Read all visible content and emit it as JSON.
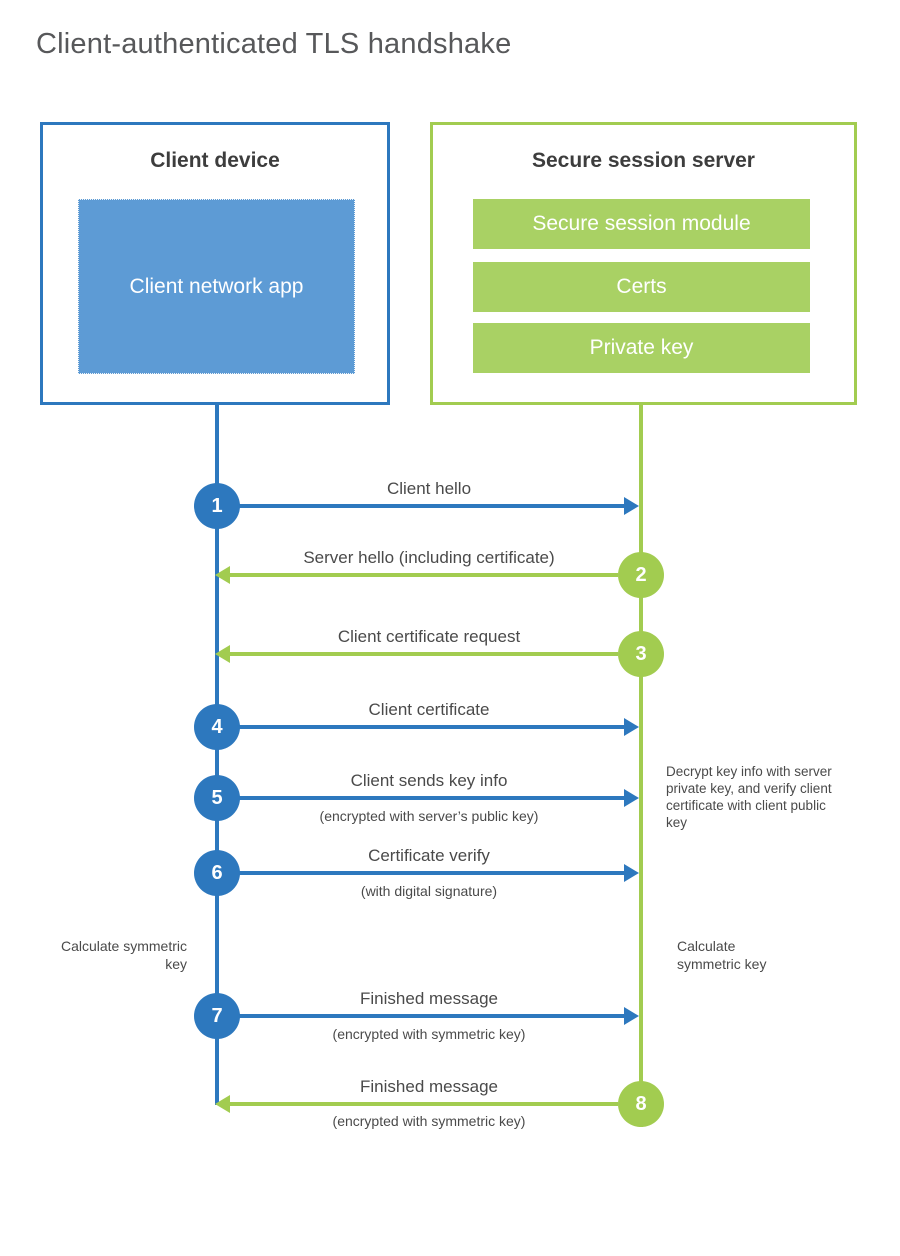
{
  "title": "Client-authenticated TLS handshake",
  "colors": {
    "client_blue": "#2D78BE",
    "client_fill_blue": "#5D9BD5",
    "server_green": "#A2CC50",
    "server_fill_green": "#A9D164",
    "title_gray": "#57585A",
    "text_dark": "#4A4A4A"
  },
  "client_box": {
    "title": "Client device",
    "app_label": "Client network app"
  },
  "server_box": {
    "title": "Secure session server",
    "modules": [
      "Secure session module",
      "Certs",
      "Private key"
    ]
  },
  "steps": [
    {
      "num": "1",
      "actor": "client",
      "direction": "right",
      "label": "Client hello",
      "sublabel": ""
    },
    {
      "num": "2",
      "actor": "server",
      "direction": "left",
      "label": "Server hello (including certificate)",
      "sublabel": ""
    },
    {
      "num": "3",
      "actor": "server",
      "direction": "left",
      "label": "Client certificate request",
      "sublabel": ""
    },
    {
      "num": "4",
      "actor": "client",
      "direction": "right",
      "label": "Client certificate",
      "sublabel": ""
    },
    {
      "num": "5",
      "actor": "client",
      "direction": "right",
      "label": "Client sends key info",
      "sublabel": "(encrypted with server’s public key)"
    },
    {
      "num": "6",
      "actor": "client",
      "direction": "right",
      "label": "Certificate verify",
      "sublabel": "(with digital signature)"
    },
    {
      "num": "7",
      "actor": "client",
      "direction": "right",
      "label": "Finished message",
      "sublabel": "(encrypted with symmetric key)"
    },
    {
      "num": "8",
      "actor": "server",
      "direction": "left",
      "label": "Finished message",
      "sublabel": "(encrypted with symmetric key)"
    }
  ],
  "notes": {
    "decrypt": "Decrypt key info with server private key, and verify client certificate with client public key",
    "calc_left": "Calculate symmetric key",
    "calc_right": "Calculate symmetric key"
  }
}
